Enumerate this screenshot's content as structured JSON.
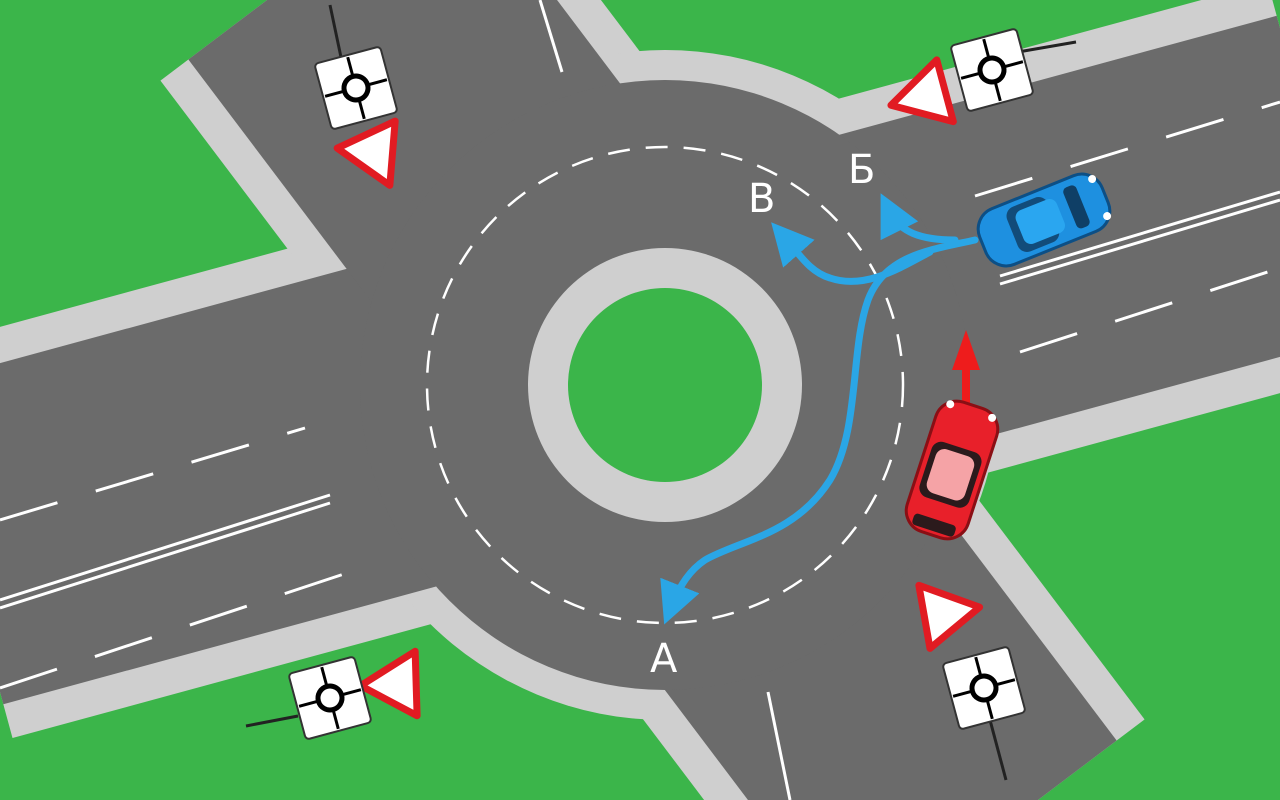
{
  "colors": {
    "grass": "#3bb54a",
    "sidewalk": "#cfcfcf",
    "road": "#6b6b6b",
    "lane_marking": "#ffffff",
    "blue_car": "#1e90e0",
    "red_car": "#e8202a",
    "route_arrow": "#2aa6e6",
    "red_arrow": "#ee1c1c",
    "yield_sign_border": "#e11b22"
  },
  "route_labels": {
    "a": "А",
    "b": "Б",
    "v": "В"
  },
  "icons": [
    "roundabout-sign-icon",
    "yield-sign-icon"
  ]
}
